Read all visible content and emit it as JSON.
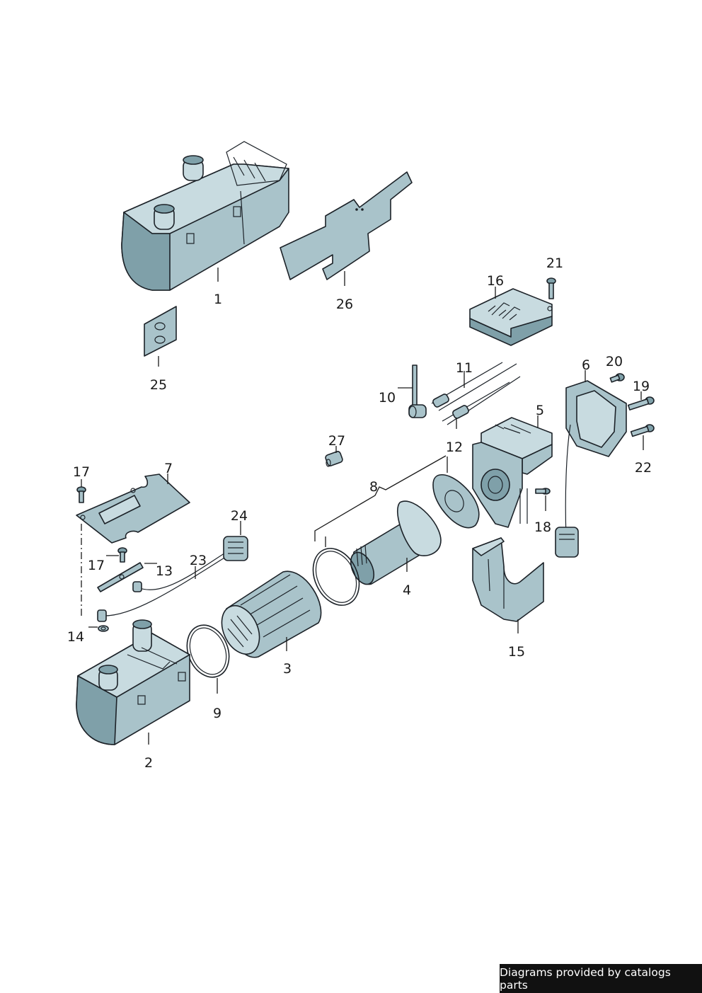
{
  "colors": {
    "part_fill": "#a9c3ca",
    "part_light": "#c8dbe0",
    "part_dark": "#7fa0a9",
    "outline": "#1c2228",
    "watermark_bg": "#111111",
    "watermark_text": "#ffffff"
  },
  "labels": {
    "p1": "1",
    "p2": "2",
    "p3": "3",
    "p4": "4",
    "p5": "5",
    "p6": "6",
    "p7": "7",
    "p8": "8",
    "p9": "9",
    "p10": "10",
    "p11": "11",
    "p12": "12",
    "p13": "13",
    "p14": "14",
    "p15": "15",
    "p16": "16",
    "p17a": "17",
    "p17b": "17",
    "p18": "18",
    "p19": "19",
    "p20": "20",
    "p21": "21",
    "p22": "22",
    "p23": "23",
    "p24": "24",
    "p25": "25",
    "p26": "26",
    "p27": "27"
  },
  "watermark": {
    "text": "Diagrams provided by catalogs parts"
  }
}
